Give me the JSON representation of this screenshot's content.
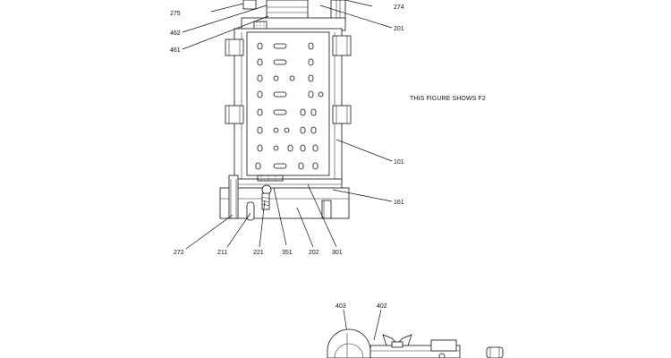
{
  "figure_note": "THIS FIGURE SHOWS F2",
  "callouts": {
    "c275": "275",
    "c462": "462",
    "c461": "461",
    "c274": "274",
    "c201": "201",
    "c101": "101",
    "c161": "161",
    "c272": "272",
    "c211": "211",
    "c221": "221",
    "c351": "351",
    "c202": "202",
    "c301": "301",
    "c403": "403",
    "c402": "402"
  }
}
